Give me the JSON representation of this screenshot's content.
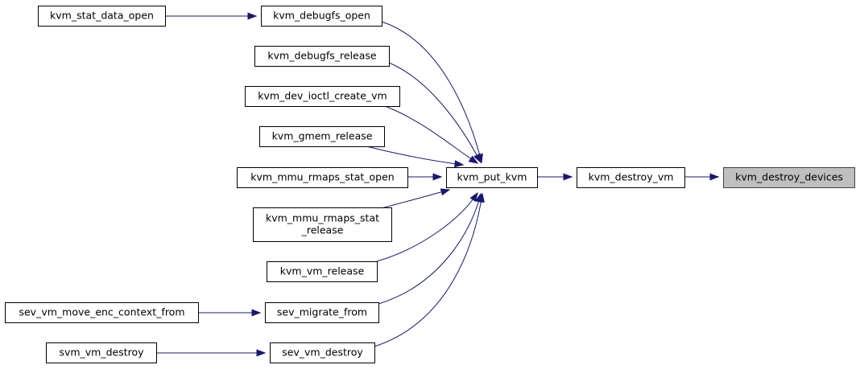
{
  "graph": {
    "direction": "right-to-left callers",
    "edge_color": "#191970",
    "focus_fill": "#bfbfbf",
    "nodes": [
      {
        "id": "kvm_stat_data_open",
        "lines": [
          "kvm_stat_data_open"
        ]
      },
      {
        "id": "kvm_debugfs_open",
        "lines": [
          "kvm_debugfs_open"
        ]
      },
      {
        "id": "kvm_debugfs_release",
        "lines": [
          "kvm_debugfs_release"
        ]
      },
      {
        "id": "kvm_dev_ioctl_create_vm",
        "lines": [
          "kvm_dev_ioctl_create_vm"
        ]
      },
      {
        "id": "kvm_gmem_release",
        "lines": [
          "kvm_gmem_release"
        ]
      },
      {
        "id": "kvm_mmu_rmaps_stat_open",
        "lines": [
          "kvm_mmu_rmaps_stat_open"
        ]
      },
      {
        "id": "kvm_mmu_rmaps_stat_release",
        "lines": [
          "kvm_mmu_rmaps_stat",
          "_release"
        ]
      },
      {
        "id": "kvm_vm_release",
        "lines": [
          "kvm_vm_release"
        ]
      },
      {
        "id": "sev_vm_move_enc_context_from",
        "lines": [
          "sev_vm_move_enc_context_from"
        ]
      },
      {
        "id": "sev_migrate_from",
        "lines": [
          "sev_migrate_from"
        ]
      },
      {
        "id": "svm_vm_destroy",
        "lines": [
          "svm_vm_destroy"
        ]
      },
      {
        "id": "sev_vm_destroy",
        "lines": [
          "sev_vm_destroy"
        ]
      },
      {
        "id": "kvm_put_kvm",
        "lines": [
          "kvm_put_kvm"
        ]
      },
      {
        "id": "kvm_destroy_vm",
        "lines": [
          "kvm_destroy_vm"
        ]
      },
      {
        "id": "kvm_destroy_devices",
        "lines": [
          "kvm_destroy_devices"
        ],
        "focus": true
      }
    ],
    "edges": [
      {
        "from": "kvm_stat_data_open",
        "to": "kvm_debugfs_open"
      },
      {
        "from": "kvm_debugfs_open",
        "to": "kvm_put_kvm"
      },
      {
        "from": "kvm_debugfs_release",
        "to": "kvm_put_kvm"
      },
      {
        "from": "kvm_dev_ioctl_create_vm",
        "to": "kvm_put_kvm"
      },
      {
        "from": "kvm_gmem_release",
        "to": "kvm_put_kvm"
      },
      {
        "from": "kvm_mmu_rmaps_stat_open",
        "to": "kvm_put_kvm"
      },
      {
        "from": "kvm_mmu_rmaps_stat_release",
        "to": "kvm_put_kvm"
      },
      {
        "from": "kvm_vm_release",
        "to": "kvm_put_kvm"
      },
      {
        "from": "sev_vm_move_enc_context_from",
        "to": "sev_migrate_from"
      },
      {
        "from": "sev_migrate_from",
        "to": "kvm_put_kvm"
      },
      {
        "from": "svm_vm_destroy",
        "to": "sev_vm_destroy"
      },
      {
        "from": "sev_vm_destroy",
        "to": "kvm_put_kvm"
      },
      {
        "from": "kvm_put_kvm",
        "to": "kvm_destroy_vm"
      },
      {
        "from": "kvm_destroy_vm",
        "to": "kvm_destroy_devices"
      }
    ]
  }
}
